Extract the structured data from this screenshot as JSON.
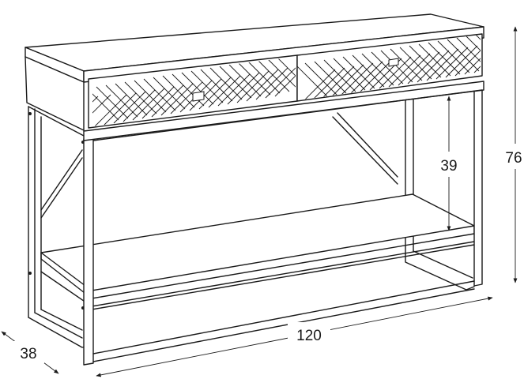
{
  "diagram": {
    "subject": "console-table",
    "colors": {
      "line": "#1a1a1a",
      "background": "#ffffff"
    },
    "dimensions": {
      "width": "120",
      "depth": "38",
      "height_total": "76",
      "height_shelf": "39"
    }
  }
}
